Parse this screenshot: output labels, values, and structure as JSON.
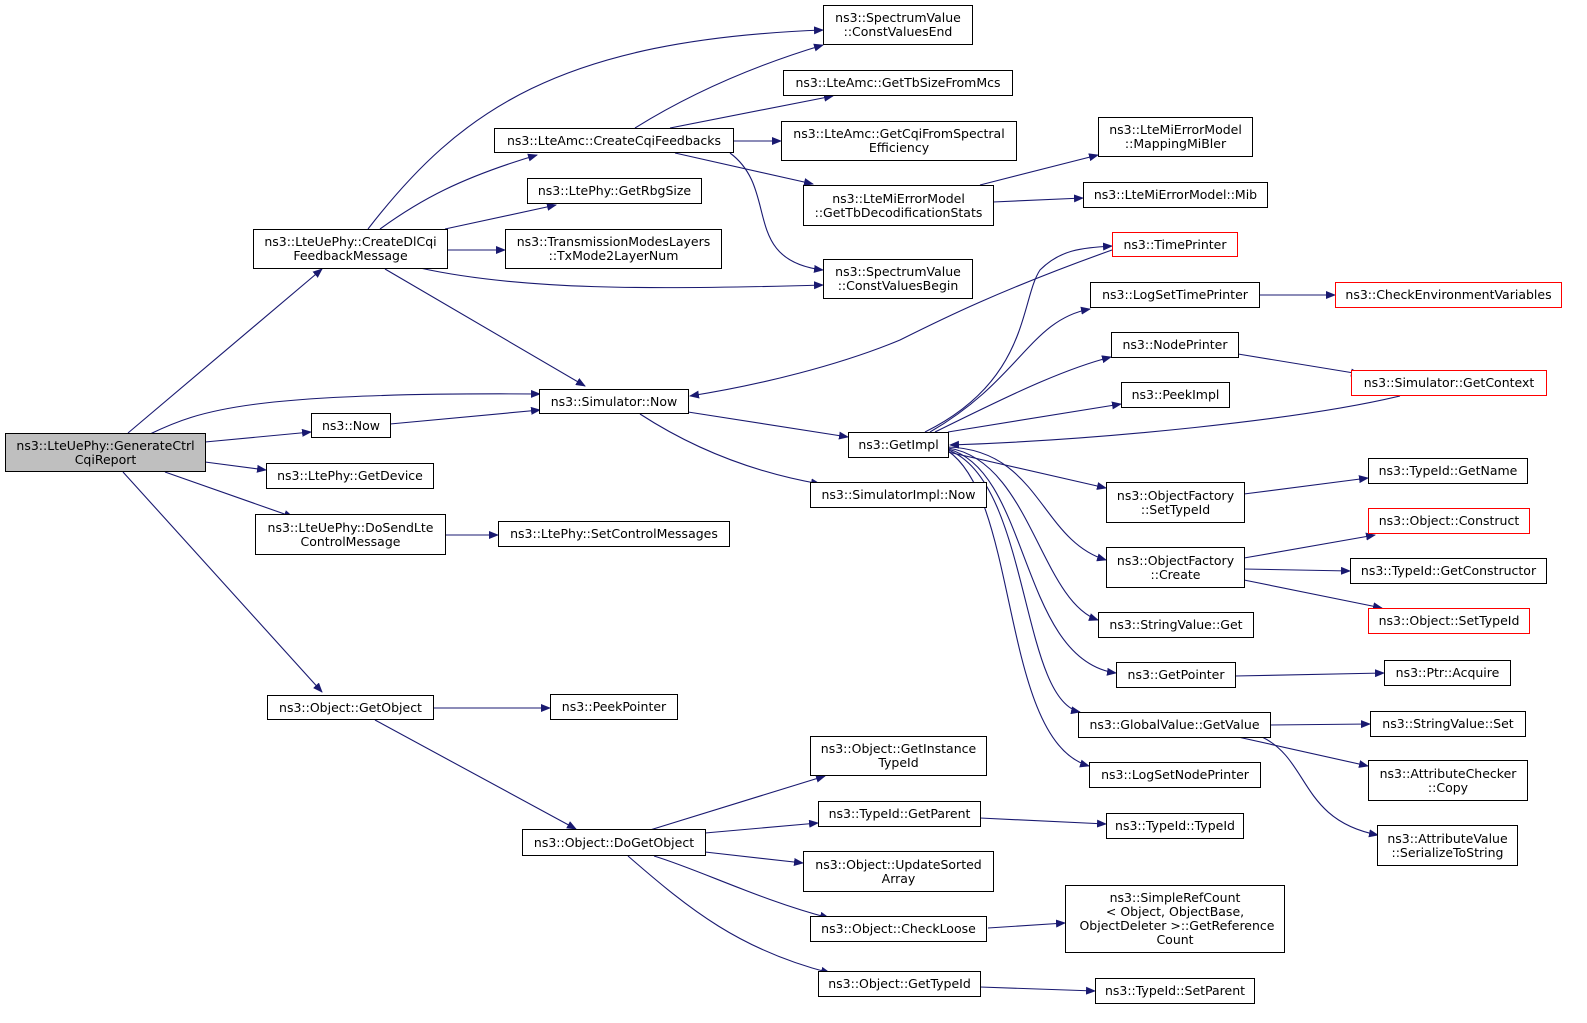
{
  "colors": {
    "edge": "#191970",
    "root_fill": "#bfbfbf",
    "truncated_border": "#ff0000",
    "node_border": "#000000"
  },
  "nodes": {
    "root": "ns3::LteUePhy::GenerateCtrl\nCqiReport",
    "create_dl_cqi": "ns3::LteUePhy::CreateDlCqi\nFeedbackMessage",
    "simulator_now": "ns3::Simulator::Now",
    "ns3_now": "ns3::Now",
    "get_device": "ns3::LtePhy::GetDevice",
    "do_send_lte": "ns3::LteUePhy::DoSendLte\nControlMessage",
    "set_control_messages": "ns3::LtePhy::SetControlMessages",
    "get_object": "ns3::Object::GetObject",
    "peek_pointer": "ns3::PeekPointer",
    "do_get_object": "ns3::Object::DoGetObject",
    "spectrum_const_values_end": "ns3::SpectrumValue\n::ConstValuesEnd",
    "get_tb_size_from_mcs": "ns3::LteAmc::GetTbSizeFromMcs",
    "create_cqi_feedbacks": "ns3::LteAmc::CreateCqiFeedbacks",
    "get_cqi_from_spectral": "ns3::LteAmc::GetCqiFromSpectral\nEfficiency",
    "get_rbg_size": "ns3::LtePhy::GetRbgSize",
    "tx_mode_2_layer_num": "ns3::TransmissionModesLayers\n::TxMode2LayerNum",
    "spectrum_const_values_begin": "ns3::SpectrumValue\n::ConstValuesBegin",
    "get_tb_decodification_stats": "ns3::LteMiErrorModel\n::GetTbDecodificationStats",
    "mapping_mi_bler": "ns3::LteMiErrorModel\n::MappingMiBler",
    "mib": "ns3::LteMiErrorModel::Mib",
    "time_printer": "ns3::TimePrinter",
    "log_set_time_printer": "ns3::LogSetTimePrinter",
    "check_env_vars": "ns3::CheckEnvironmentVariables",
    "node_printer": "ns3::NodePrinter",
    "get_context": "ns3::Simulator::GetContext",
    "peek_impl": "ns3::PeekImpl",
    "get_impl": "ns3::GetImpl",
    "simulator_impl_now": "ns3::SimulatorImpl::Now",
    "object_factory_set_type_id": "ns3::ObjectFactory\n::SetTypeId",
    "type_id_get_name": "ns3::TypeId::GetName",
    "object_construct": "ns3::Object::Construct",
    "object_factory_create": "ns3::ObjectFactory\n::Create",
    "type_id_get_constructor": "ns3::TypeId::GetConstructor",
    "object_set_type_id": "ns3::Object::SetTypeId",
    "string_value_get": "ns3::StringValue::Get",
    "get_pointer": "ns3::GetPointer",
    "ptr_acquire": "ns3::Ptr::Acquire",
    "global_value_get_value": "ns3::GlobalValue::GetValue",
    "string_value_set": "ns3::StringValue::Set",
    "attribute_checker_copy": "ns3::AttributeChecker\n::Copy",
    "log_set_node_printer": "ns3::LogSetNodePrinter",
    "attribute_value_serialize": "ns3::AttributeValue\n::SerializeToString",
    "get_instance_type_id": "ns3::Object::GetInstance\nTypeId",
    "type_id_get_parent": "ns3::TypeId::GetParent",
    "type_id_type_id": "ns3::TypeId::TypeId",
    "update_sorted_array": "ns3::Object::UpdateSorted\nArray",
    "check_loose": "ns3::Object::CheckLoose",
    "simple_ref_count": "ns3::SimpleRefCount\n< Object, ObjectBase,\n ObjectDeleter >::GetReference\nCount",
    "get_type_id": "ns3::Object::GetTypeId",
    "type_id_set_parent": "ns3::TypeId::SetParent"
  }
}
